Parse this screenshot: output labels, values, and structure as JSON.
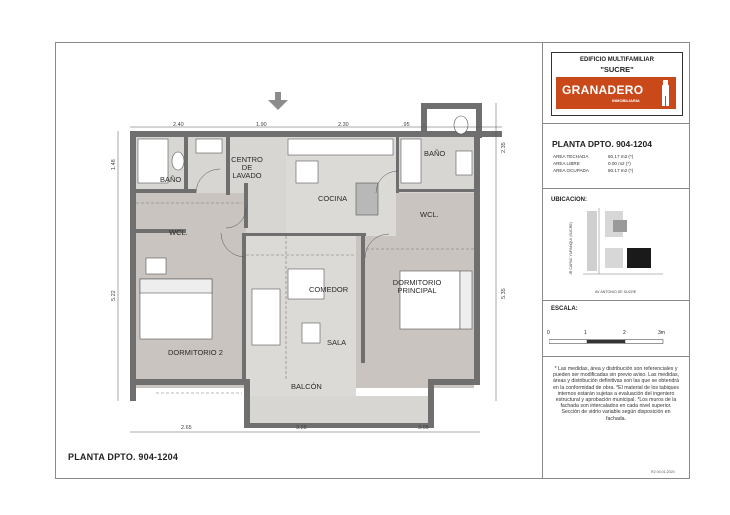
{
  "plan": {
    "title": "PLANTA  DPTO. 904-1204",
    "rooms": {
      "bano_left": "BAÑO",
      "centro_lavado": "CENTRO\nDE\nLAVADO",
      "cocina": "COCINA",
      "bano_right": "BAÑO",
      "wcl_left": "WCL.",
      "wcl_right": "WCL.",
      "comedor": "COMEDOR",
      "dormitorio_principal": "DORMITORIO\nPRINCIPAL",
      "sala": "SALA",
      "dormitorio_2": "DORMITORIO 2",
      "balcon": "BALCÓN"
    },
    "dims_top": [
      "2.40",
      "1.90",
      "2.30",
      ".95"
    ],
    "dims_bottom": [
      "2.65",
      "3.25",
      "3.05"
    ],
    "dims_left": [
      "1.48",
      "5.22"
    ],
    "dims_right": [
      "2.35",
      "5.35"
    ]
  },
  "panel": {
    "logo_line1": "EDIFICIO MULTIFAMILIAR",
    "logo_line2": "\"SUCRE\"",
    "brand": "GRANADERO",
    "brand_sub": "INMOBILIARIA",
    "brand_color": "#c9491b",
    "title": "PLANTA  DPTO. 904-1204",
    "areas": [
      {
        "label": "AREA TECHADA",
        "value": "60.17 m2 (*)"
      },
      {
        "label": "AREA LIBRE",
        "value": "0.00 m2 (*)"
      },
      {
        "label": "AREA OCUPADA",
        "value": "60.17 m2 (*)"
      }
    ],
    "ubicacion_label": "UBICACION:",
    "street_vertical": "JR CAPAC YUPANQUI (SUCRE)",
    "street_bottom": "AV ANTONIO DE SUCRE",
    "escala_label": "ESCALA:",
    "scale_marks": [
      "0",
      "1",
      "2",
      "3m"
    ],
    "notes": "* Las medidas, área y distribución son referenciales y pueden ser modificadas sin previo aviso. Las medidas, áreas y distribución definitivas son las que se obtendrá en la conformidad de obra. *El material de los tabiques internos estarán sujetas a evaluación del ingeniero estructural y aprobación municipal. *Los muros de la fachada son intercalados en cada nivel superior. Sección de vidrio variable según disposición en fachada.",
    "stamp": "R2 04.01.2020"
  }
}
